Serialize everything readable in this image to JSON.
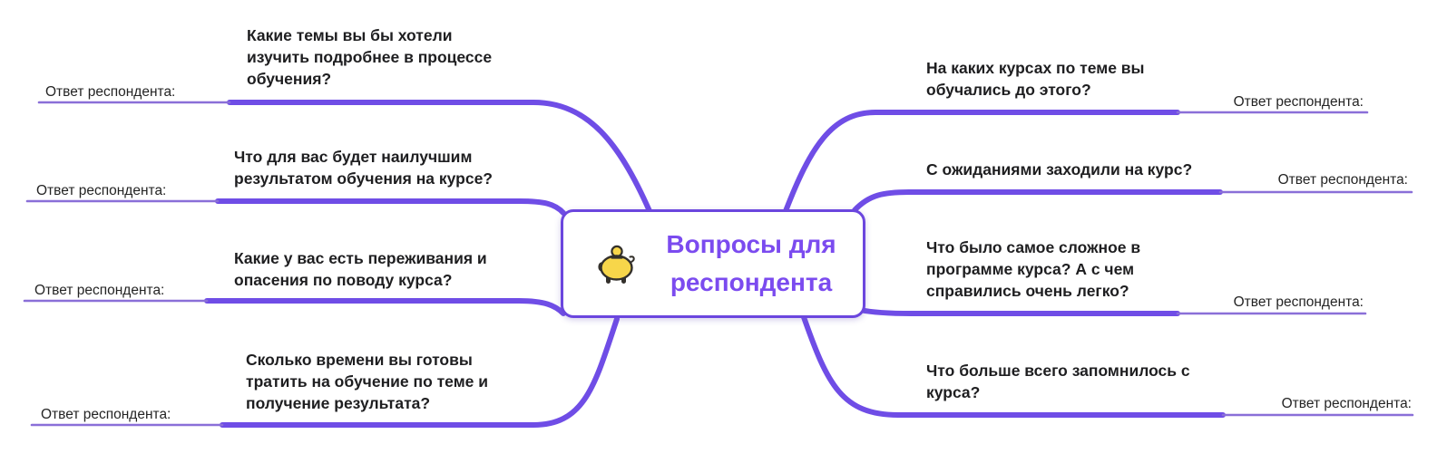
{
  "center": {
    "title": "Вопросы для\nреспондента",
    "icon": "piggy-bank"
  },
  "answer_label": "Ответ респондента:",
  "left_branches": [
    {
      "question": "Какие темы вы бы хотели\nизучить подробнее в процессе\nобучения?"
    },
    {
      "question": "Что для вас будет наилучшим\nрезультатом обучения на курсе?"
    },
    {
      "question": "Какие у вас есть переживания и\nопасения по поводу курса?"
    },
    {
      "question": "Сколько времени вы готовы\nтратить на обучение по теме и\nполучение результата?"
    }
  ],
  "right_branches": [
    {
      "question": "На каких курсах по теме вы\nобучались до этого?"
    },
    {
      "question": "С ожиданиями заходили на курс?"
    },
    {
      "question": "Что было самое сложное в\nпрограмме курса? А с чем\nсправились очень легко?"
    },
    {
      "question": "Что больше всего запомнилось с\nкурса?"
    }
  ],
  "colors": {
    "background": "#FFFFFF",
    "branch_thick": "#6F4DE6",
    "branch_thin": "#8A6FD8",
    "node_border": "#6B46DE",
    "title_text": "#7B4BEF",
    "question_text": "#1E1E20",
    "label_text": "#242424",
    "piggy_body": "#F7D64A",
    "piggy_outline": "#33302B"
  }
}
